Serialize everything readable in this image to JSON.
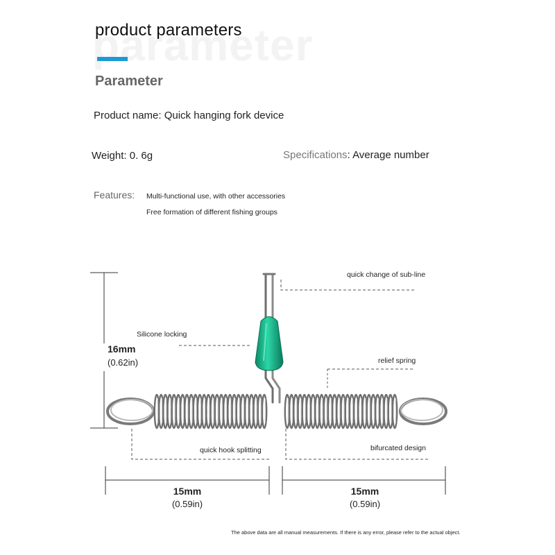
{
  "header": {
    "title": "product parameters",
    "watermark": "parameter",
    "accent_color": "#1a9ad6"
  },
  "section_title": "Parameter",
  "specs": {
    "product_name": "Product name: Quick hanging fork device",
    "weight": "Weight: 0. 6g",
    "specifications_label": "Specifications",
    "specifications_value": ": Average number",
    "features_label": "Features:",
    "features": [
      "Multi-functional use, with other accessories",
      "Free formation of different fishing groups"
    ]
  },
  "diagram": {
    "annotations": {
      "quick_change": "quick change of sub-line",
      "silicone_locking": "Silicone locking",
      "relief_spring": "relief spring",
      "quick_hook": "quick hook splitting",
      "bifurcated": "bifurcated design"
    },
    "height_dim": {
      "value": "16mm",
      "sub": "(0.62in)"
    },
    "left_dim": {
      "value": "15mm",
      "sub": "(0.59in)"
    },
    "right_dim": {
      "value": "15mm",
      "sub": "(0.59in)"
    },
    "bead_color": "#1bb38a"
  },
  "footnote": "The above data are all manual measurements. If there is any error, please refer to the actual object."
}
